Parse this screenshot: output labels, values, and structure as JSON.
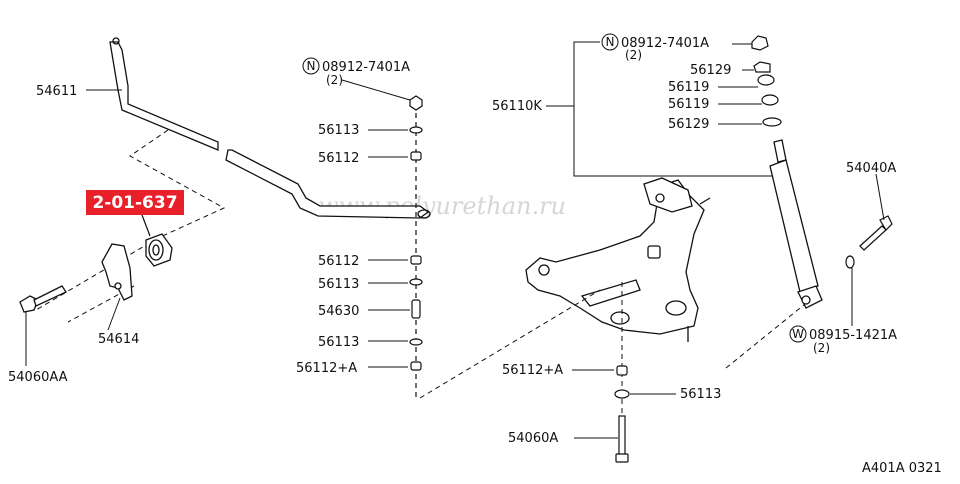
{
  "highlight": {
    "label": "2-01-637",
    "color": "#e8202a"
  },
  "watermark": "www.polyurethan.ru",
  "footer": "A401A 0321",
  "prefix": {
    "N": "N",
    "W": "W"
  },
  "labels": {
    "p54611": "54611",
    "p54614": "54614",
    "p54060AA": "54060AA",
    "n08912_left": "08912-7401A",
    "n08912_left_qty": "(2)",
    "s56113_a": "56113",
    "s56112_a": "56112",
    "s56112_b": "56112",
    "s56113_b": "56113",
    "p54630": "54630",
    "s56113_c": "56113",
    "s56112A_left": "56112+A",
    "p56110K": "56110K",
    "n08912_right": "08912-7401A",
    "n08912_right_qty": "(2)",
    "r56129_top": "56129",
    "r56119_a": "56119",
    "r56119_b": "56119",
    "r56129_bot": "56129",
    "p54040A": "54040A",
    "w08915": "08915-1421A",
    "w08915_qty": "(2)",
    "s56112A_bottom": "56112+A",
    "s56113_bottom": "56113",
    "p54060A": "54060A"
  }
}
